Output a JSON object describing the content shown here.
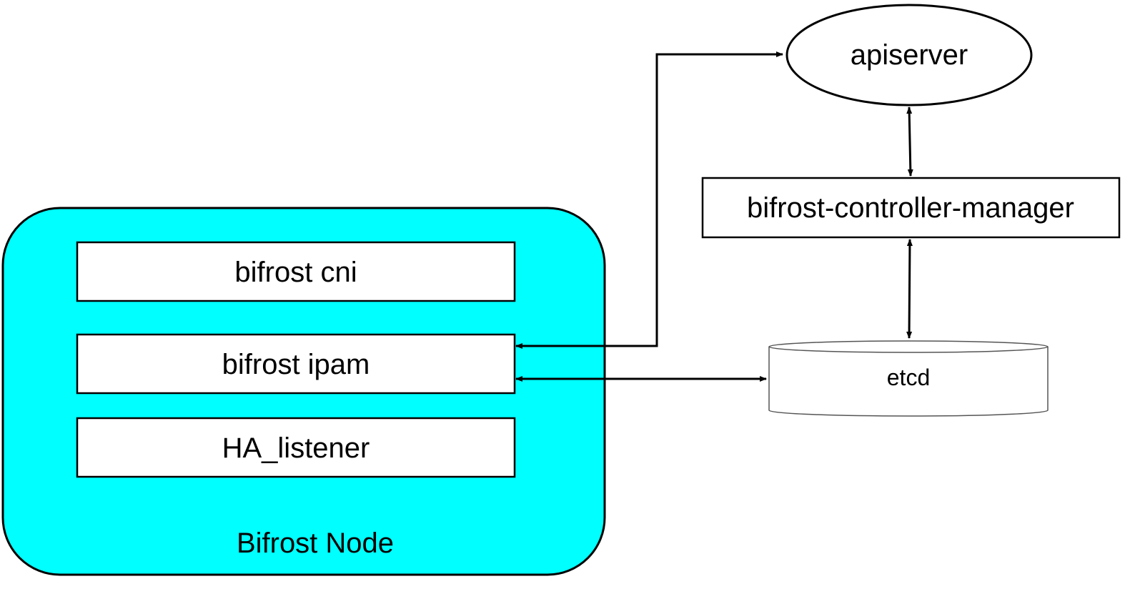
{
  "colors": {
    "node_fill": "#00ffff",
    "stroke": "#000000",
    "box_fill": "#ffffff",
    "etcd_stroke": "#555555"
  },
  "node": {
    "label": "Bifrost Node",
    "components": [
      {
        "id": "cni",
        "label": "bifrost cni"
      },
      {
        "id": "ipam",
        "label": "bifrost ipam"
      },
      {
        "id": "ha",
        "label": "HA_listener"
      }
    ]
  },
  "apiserver": {
    "label": "apiserver"
  },
  "controller_manager": {
    "label": "bifrost-controller-manager"
  },
  "etcd": {
    "label": "etcd"
  },
  "connections": [
    {
      "from": "bifrost ipam",
      "to": "apiserver",
      "direction": "both"
    },
    {
      "from": "bifrost ipam",
      "to": "etcd",
      "direction": "both"
    },
    {
      "from": "apiserver",
      "to": "bifrost-controller-manager",
      "direction": "both"
    },
    {
      "from": "bifrost-controller-manager",
      "to": "etcd",
      "direction": "both"
    }
  ]
}
